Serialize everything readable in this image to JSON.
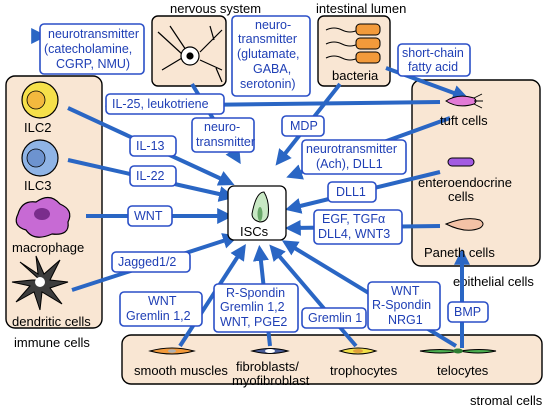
{
  "panels": {
    "nervous_system": "nervous system",
    "intestinal_lumen": "intestinal lumen",
    "immune_cells": "immune cells",
    "epithelial_cells": "epithelial cells",
    "stromal_cells": "stromal cells"
  },
  "center": {
    "label": "ISCs"
  },
  "immune": {
    "ilc2": "ILC2",
    "ilc3": "ILC3",
    "macrophage": "macrophage",
    "dendritic": "dendritic cells"
  },
  "epithelial": {
    "tuft": "tuft cells",
    "enteroendocrine_1": "enteroendocrine",
    "enteroendocrine_2": "cells",
    "paneth": "Paneth cells"
  },
  "lumen": {
    "bacteria": "bacteria"
  },
  "stromal": {
    "smooth": "smooth muscles",
    "fibro_1": "fibroblasts/",
    "fibro_2": "myofibroblast",
    "tropho": "trophocytes",
    "telo": "telocytes"
  },
  "signals": {
    "nt_nervous": [
      "neurotransmitter",
      "(catecholamine,",
      "CGRP, NMU)"
    ],
    "nt_lumen": [
      "neuro-",
      "transmitter",
      "(glutamate,",
      "GABA,",
      "serotonin)"
    ],
    "scfa": [
      "short-chain",
      "fatty acid"
    ],
    "il25": "IL-25, leukotriene",
    "nt_center": [
      "neuro-",
      "transmitter"
    ],
    "mdp": "MDP",
    "ach": [
      "neurotransmitter",
      "(Ach), DLL1"
    ],
    "il13": "IL-13",
    "il22": "IL-22",
    "dll1": "DLL1",
    "wnt": "WNT",
    "egf": [
      "EGF, TGFα",
      "DLL4, WNT3"
    ],
    "jagged": "Jagged1/2",
    "wnt_gremlin": [
      "WNT",
      "Gremlin 1,2"
    ],
    "rspo_block": [
      "R-Spondin",
      "Gremlin 1,2",
      "WNT, PGE2"
    ],
    "gremlin1": "Gremlin 1",
    "wnt_rspo_nrg": [
      "WNT",
      "R-Spondin",
      "NRG1"
    ],
    "bmp": "BMP"
  },
  "colors": {
    "arrow": "#2a66c4",
    "label_border": "#2a4fc7",
    "label_text": "#1f3fb5",
    "panel_fill": "#f9e6d3",
    "ilc2": "#f6e04a",
    "ilc3": "#8fb4e6",
    "macrophage": "#c76ad4",
    "dendritic": "#3c3c3c",
    "isc": "#c8e8c4"
  }
}
